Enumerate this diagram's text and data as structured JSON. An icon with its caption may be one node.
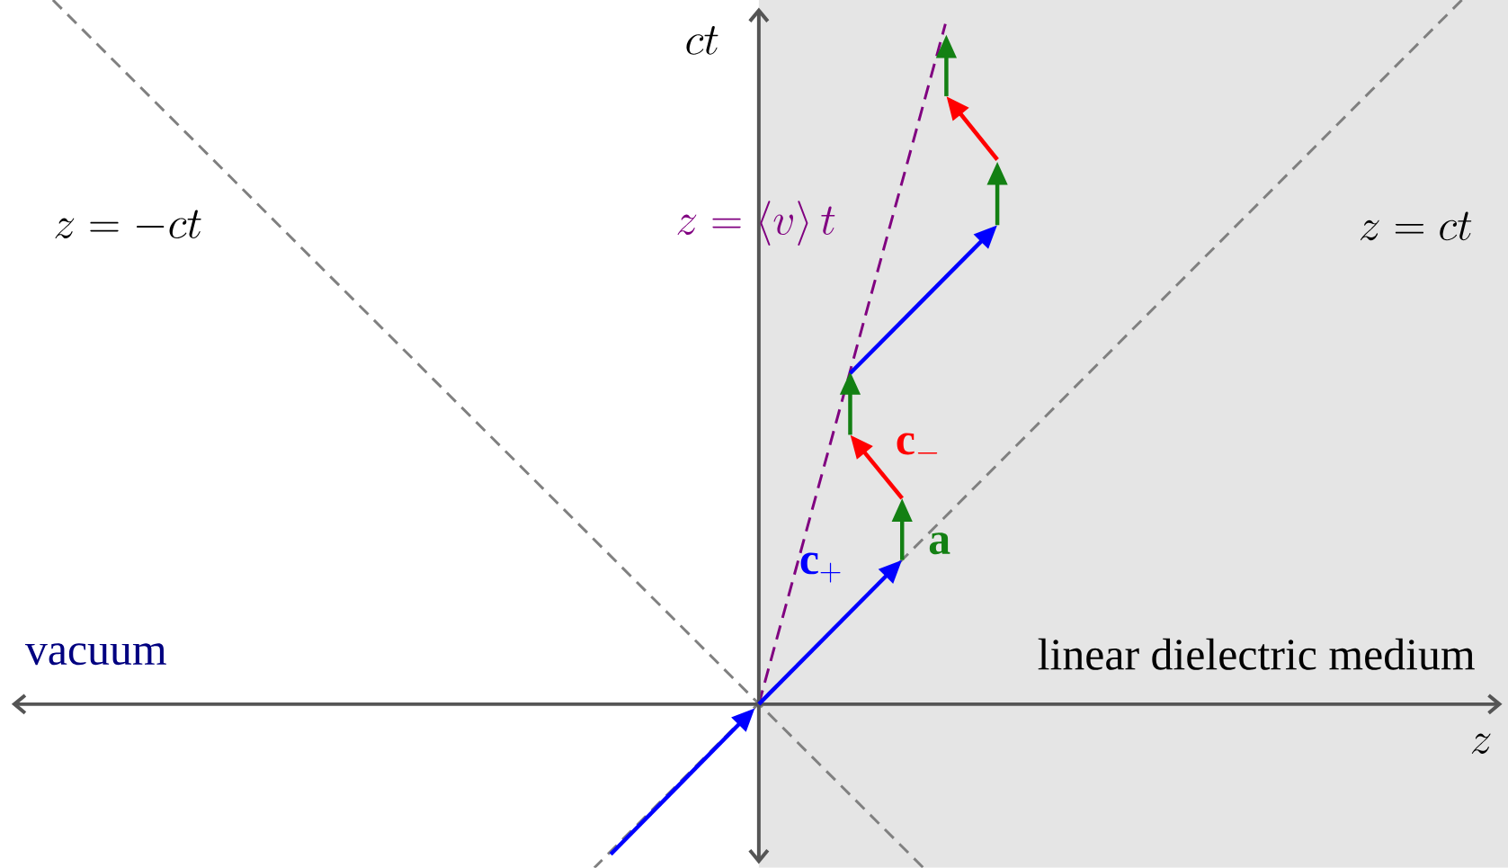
{
  "diagram": {
    "labels": [
      "ct",
      "z = -ct",
      "z = \\langle v \\rangle \\, t",
      "z = ct",
      "\\mathbf{c}_{-}",
      "\\mathbf{a}",
      "\\mathbf{c}_{+}",
      "vacuum",
      "linear dielectric medium",
      "z"
    ]
  }
}
